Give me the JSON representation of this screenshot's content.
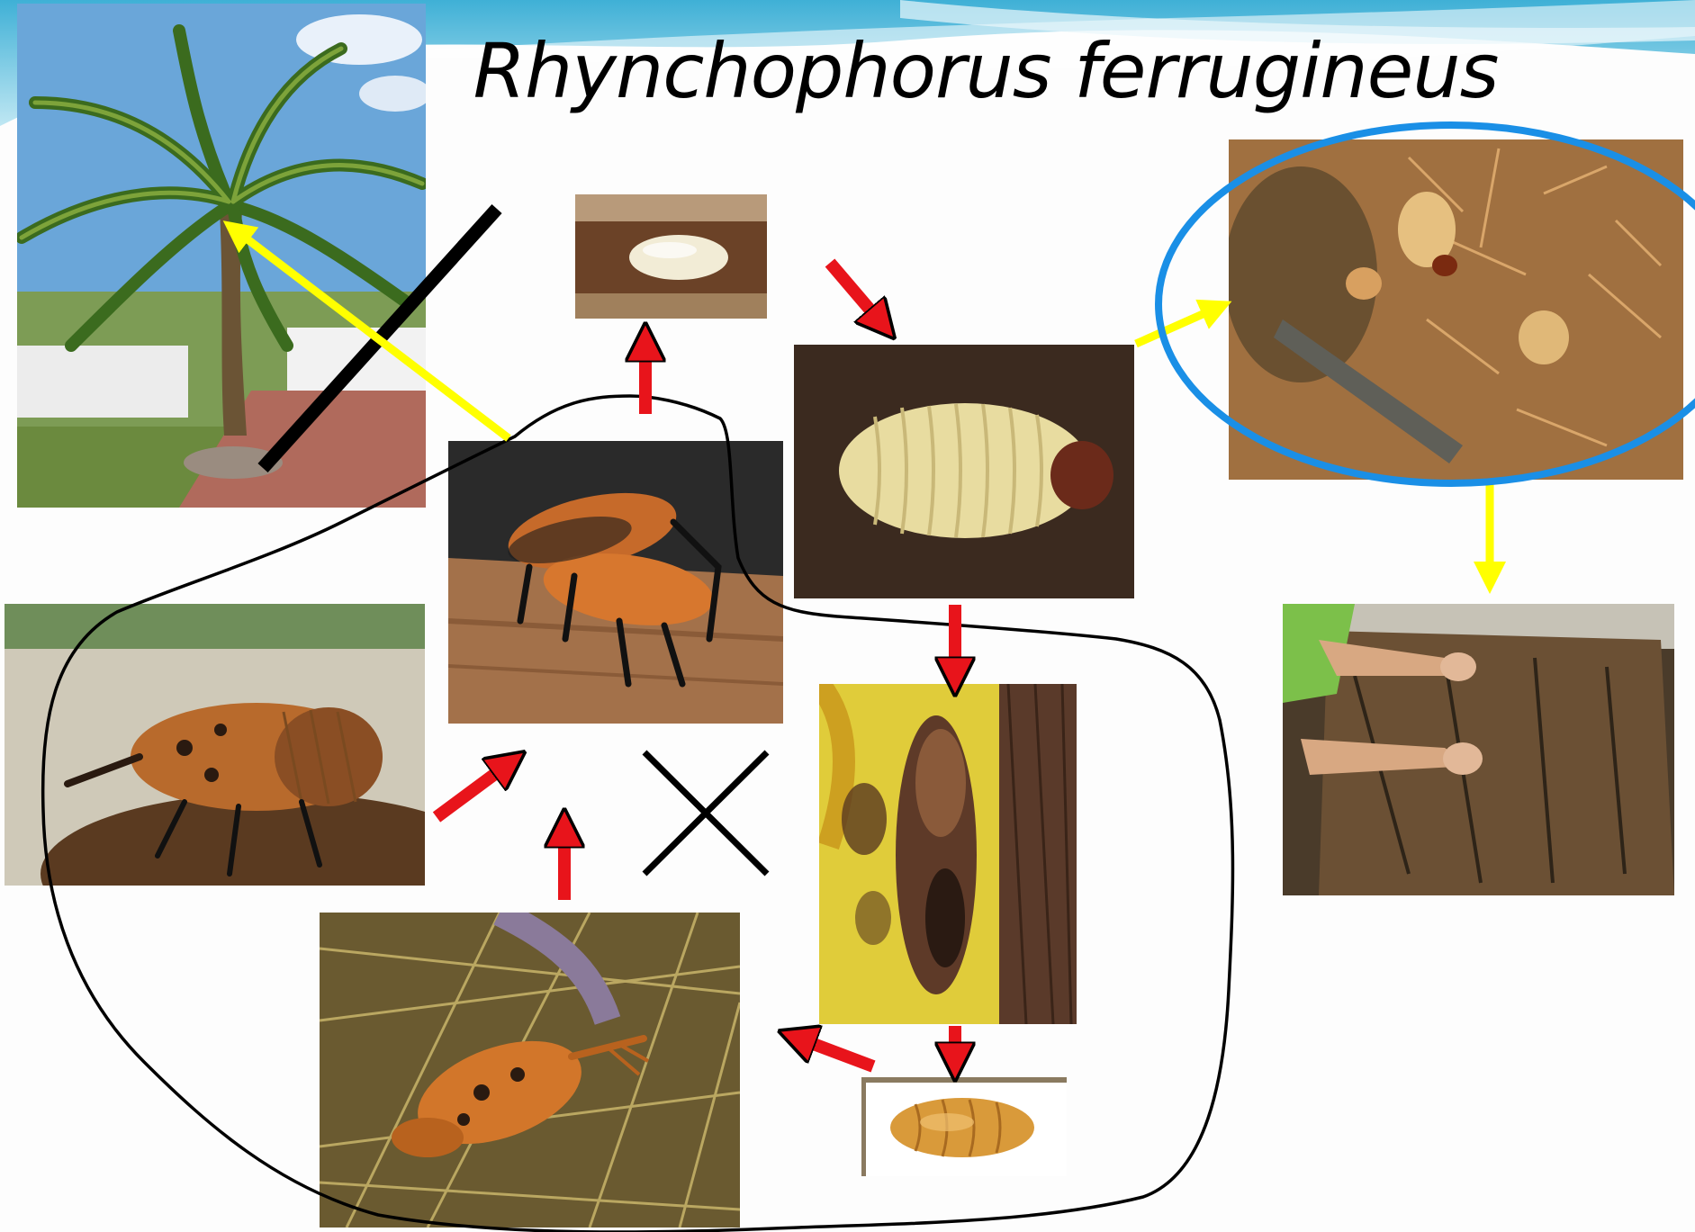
{
  "title": "Rhynchophorus ferrugineus",
  "colors": {
    "lifecycle_arrow": "#e8141b",
    "damage_arrow": "#ffff00",
    "highlight_ellipse": "#1a8fe6",
    "cycle_outline": "#000000",
    "background": "#fdfdfd"
  },
  "photos": [
    {
      "name": "palm-tree-photo",
      "depicts": "palm tree"
    },
    {
      "name": "egg-photo",
      "depicts": "egg"
    },
    {
      "name": "mating-weevils-photo",
      "depicts": "mating adults"
    },
    {
      "name": "larva-photo",
      "depicts": "larva"
    },
    {
      "name": "infested-tissue-photo",
      "depicts": "larvae in palm tissue"
    },
    {
      "name": "adult-weevil-on-soil-photo",
      "depicts": "adult weevil"
    },
    {
      "name": "cocoon-in-palm-photo",
      "depicts": "cocoon in palm tissue"
    },
    {
      "name": "damaged-palm-trunk-photo",
      "depicts": "damaged palm trunk"
    },
    {
      "name": "adult-weevil-in-fibres-photo",
      "depicts": "adult weevil in fibres"
    },
    {
      "name": "pupa-photo",
      "depicts": "pupa"
    }
  ]
}
